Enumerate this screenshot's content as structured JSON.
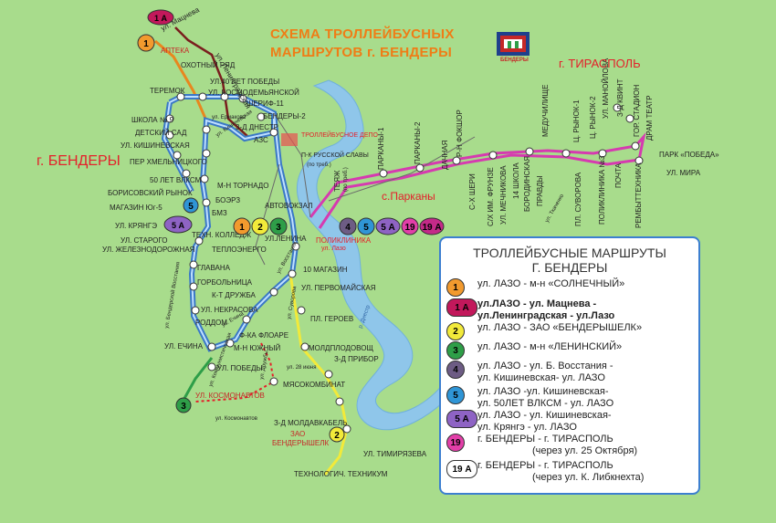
{
  "title": {
    "line1": "СХЕМА ТРОЛЛЕЙБУСНЫХ",
    "line2": "МАРШРУТОВ г. БЕНДЕРЫ"
  },
  "logo": {
    "caption": "БЕНДЕРЫ"
  },
  "cities": {
    "bendery": "г. БЕНДЕРЫ",
    "tiraspol": "г. ТИРАСПОЛЬ",
    "parkany": "с.Парканы"
  },
  "colors": {
    "background": "#a8dc8c",
    "river": "#8fc6ea",
    "route_blue": "#4a8fd8",
    "route_orange": "#e8871e",
    "route_yellow": "#f2ea3a",
    "route_magenta": "#d63ab0",
    "route_darkred": "#7a1e1e",
    "depot": "#e85050"
  },
  "route_badges": [
    {
      "label": "1",
      "color": "#f29a2e"
    },
    {
      "label": "1 А",
      "color": "#c2185b"
    },
    {
      "label": "2",
      "color": "#f2ea3a"
    },
    {
      "label": "3",
      "color": "#2e9e48"
    },
    {
      "label": "4",
      "color": "#6d5c84"
    },
    {
      "label": "5",
      "color": "#2f95d6"
    },
    {
      "label": "5 А",
      "color": "#8e63c4"
    },
    {
      "label": "19",
      "color": "#e23fa8"
    },
    {
      "label": "19 А",
      "color": "#c42a88"
    }
  ],
  "stops": {
    "mats": "ул. Мацнева",
    "lenin": "ул. Ленинградская",
    "pharmacy": "АПТЕКА",
    "okhot": "ОХОТНЫЙ РЯД",
    "victory40": "УЛ.40 ЛЕТ ПОБЕДЫ",
    "teremok": "ТЕРЕМОК",
    "kosmodem": "УЛ. КОСМОДЕМЬЯНСКОЙ",
    "sherif": "ШЕРИФ-11",
    "school9": "ШКОЛА № 9",
    "ermakova": "ул. Ермакова",
    "bendery2": "БЕНДЕРЫ-2",
    "kindergarten": "ДЕТСКИЙ САД",
    "dnestr": "3-Д ДНЕСТР",
    "azs": "АЗС",
    "kishin": "УЛ. КИШИНЕВСКАЯ",
    "kishin2": "ул. Кишиневская",
    "depot": "ТРОЛЛЕЙБУСНОЕ ДЕПО",
    "khmeln": "ПЕР ХМЕЛЬНИЦКОГО",
    "rusglory": "П-К РУССКОЙ СЛАВЫ",
    "ontrq": "(по треб.)",
    "vlksm": "50 ЛЕТ ВЛКСМ",
    "tornado": "М-Н ТОРНАДО",
    "borisov": "БОРИСОВСКИЙ РЫНОК",
    "boerz": "БОЭРЗ",
    "bus_station": "АВТОВОКЗАЛ",
    "shop5": "МАГАЗИН Юг-5",
    "bmz": "БМЗ",
    "kryange": "УЛ. КРЯНГЭ",
    "tech": "ТЕХН. КОЛЛЕДЖ",
    "staro": "УЛ. СТАРОГО",
    "zhd": "УЛ. ЖЕЛЕЗНОДОРОЖНАЯ",
    "teplo": "ТЕПЛОЭНЕРГО",
    "ul_lenina": "УЛ.ЛЕНИНА",
    "polik": "ПОЛИКЛИНИКА",
    "lazo": "ул. Лазо",
    "glavana": "ГЛАВАНА",
    "shop10": "10 МАГАЗИН",
    "gorbol": "ГОРБОЛЬНИЦА",
    "vosst": "ул. Восстания",
    "druzhba": "К-Т ДРУЖБА",
    "perv": "УЛ. ПЕРВОМАЙСКАЯ",
    "nekras": "УЛ. НЕКРАСОВА",
    "roddom": "РОДДОМ",
    "heroes": "ПЛ. ГЕРОЕВ",
    "echina": "УЛ. ЕЧИНА",
    "echina2": "ул. Ечина",
    "suvorova": "ул. Суворова",
    "floare": "Ф-КА ФЛОАРЕ",
    "yuzh": "М-Н ЮЖНЫЙ",
    "moldplod": "МОЛДПЛОДОВОЩ",
    "komm": "ул. Коммунистическая",
    "pobedy": "УЛ. ПОБЕДЫ",
    "june28": "ул. 28 июня",
    "pribor": "З-Д ПРИБОР",
    "druzhby": "ул. Дружбы",
    "myaso": "МЯСОКОМБИНАТ",
    "kosmon": "УЛ. КОСМОНАВТОВ",
    "kosmon2": "ул. Космонавтов",
    "molda": "З-Д МОЛДАВКАБЕЛЬ",
    "zao": "ЗАО",
    "bendsh": "БЕНДЕРЫШЕЛК",
    "timir": "УЛ. ТИМИРЯЗЕВА",
    "techn": "ТЕХНОЛОГИЧ. ТЕХНИКУМ",
    "bendery_vost": "ул. Бендерской Восстания",
    "dnestr_river": "р. Днестр",
    "teyazh": "ТЕЯЖ",
    "ontrq2": "(по треб.)",
    "parkany1": "ПАРКАНЫ-1",
    "parkany2": "ПАРКАНЫ-2",
    "fokshor": "Р-Н ФОКШОР",
    "dacha": "ДАЧНАЯ",
    "cherry": "С-Х ШЕРИ",
    "frunze": "С/Х ИМ. ФРУНЗЕ",
    "mechn": "УЛ. МЕЧНИКОВА",
    "school14": "14 ШКОЛА",
    "borod": "БОРОДИНСКАЯ",
    "pravdy": "ПРАВДЫ",
    "tkachenko": "ул. Ткаченко",
    "medfac": "МЕДУЧИЛИЩЕ",
    "suvor2": "ПЛ. СУВОРОВА",
    "poly3": "ПОЛИКЛИНИКА №3",
    "market1": "Ц. РЫНОК-1",
    "market2": "Ц. РЫНОК-2",
    "manil": "УЛ. МАНОЙЛОВА",
    "mail": "ПОЧТА",
    "kvint": "З-Д КВИНТ",
    "stadium": "ГОР. СТАДИОН",
    "remb": "РЕМБЫТТЕХНИКА",
    "drama": "ДРАМ ТЕАТР",
    "park": "ПАРК «ПОБЕДА»",
    "mira": "УЛ. МИРА"
  },
  "legend": {
    "title1": "ТРОЛЛЕЙБУСНЫЕ МАРШРУТЫ",
    "title2": "Г. БЕНДЕРЫ",
    "items": [
      {
        "badge": "1",
        "color": "#f29a2e",
        "lines": [
          "ул. ЛАЗО - м-н «СОЛНЕЧНЫЙ»"
        ]
      },
      {
        "badge": "1 А",
        "color": "#c2185b",
        "lines": [
          "ул.ЛАЗО - ул. Мацнева -",
          "ул.Ленинградская - ул.Лазо"
        ],
        "bold": true
      },
      {
        "badge": "2",
        "color": "#f2ea3a",
        "lines": [
          "ул. ЛАЗО - ЗАО «БЕНДЕРЫШЕЛК»"
        ]
      },
      {
        "badge": "3",
        "color": "#2e9e48",
        "lines": [
          "ул. ЛАЗО - м-н «ЛЕНИНСКИЙ»"
        ]
      },
      {
        "badge": "4",
        "color": "#6d5c84",
        "lines": [
          "ул. ЛАЗО - ул. Б. Восстания -",
          "ул. Кишиневская- ул. ЛАЗО"
        ]
      },
      {
        "badge": "5",
        "color": "#2f95d6",
        "lines": [
          "ул. ЛАЗО -ул. Кишиневская-",
          "ул. 50ЛЕТ ВЛКСМ - ул. ЛАЗО"
        ]
      },
      {
        "badge": "5 А",
        "color": "#8e63c4",
        "lines": [
          "ул. ЛАЗО - ул. Кишиневская-",
          "ул. Крянгэ - ул. ЛАЗО"
        ]
      },
      {
        "badge": "19",
        "color": "#e23fa8",
        "lines": [
          "г. БЕНДЕРЫ - г. ТИРАСПОЛЬ",
          "(через ул. 25 Октября)"
        ]
      },
      {
        "badge": "19 А",
        "color": "#ffffff",
        "lines": [
          "г. БЕНДЕРЫ - г. ТИРАСПОЛЬ",
          "(через ул. К. Либкнехта)"
        ]
      }
    ]
  }
}
